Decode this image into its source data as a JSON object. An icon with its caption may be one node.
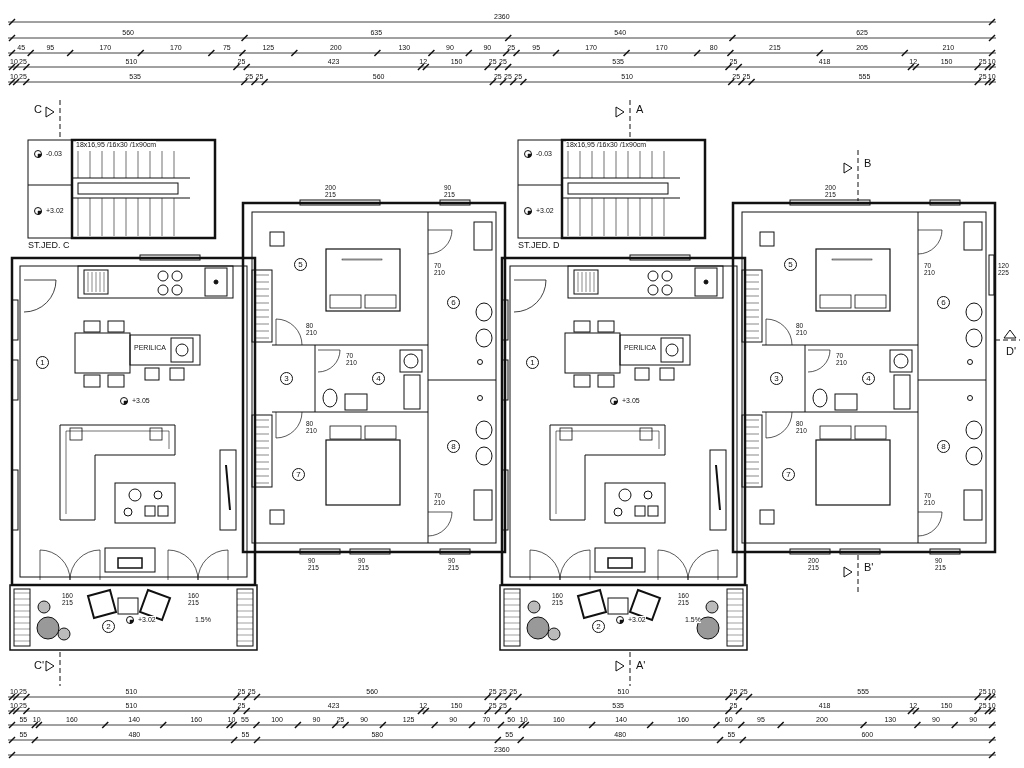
{
  "diagram": {
    "labels": [
      "2360",
      "560",
      "635",
      "540",
      "625",
      "45",
      "95",
      "170",
      "170",
      "75",
      "125",
      "200",
      "130",
      "90",
      "90",
      "25",
      "95",
      "170",
      "170",
      "80",
      "215",
      "205",
      "210",
      "10",
      "25",
      "510",
      "25",
      "423",
      "12",
      "150",
      "25",
      "25",
      "535",
      "25",
      "418",
      "12",
      "150",
      "25",
      "10",
      "10",
      "25",
      "535",
      "25",
      "25",
      "560",
      "25",
      "25",
      "25",
      "510",
      "25",
      "25",
      "555",
      "25",
      "10",
      "C",
      "18x16,95 /16x30 /1x90cm",
      "-0.03",
      "+3.02",
      "ST.JED. C",
      "200 215",
      "90 215",
      "70 210",
      "1",
      "5",
      "6",
      "PERILICA",
      "80 210",
      "70 210",
      "3",
      "4",
      "+3.05",
      "80 210",
      "8",
      "7",
      "70 210",
      "90 215",
      "90 215",
      "90 215",
      "160 215",
      "160 215",
      "2",
      "+3.02",
      "1.5%",
      "C'",
      "A",
      "18x16,95 /16x30 /1x90cm",
      "-0.03",
      "B",
      "+3.02",
      "ST.JED. D",
      "200 215",
      "70 210",
      "120 225",
      "1",
      "5",
      "6",
      "PERILICA",
      "80 210",
      "D'",
      "3",
      "70 210",
      "4",
      "+3.05",
      "80 210",
      "8",
      "7",
      "70 210",
      "200 215",
      "90 215",
      "B'",
      "160 215",
      "160 215",
      "2",
      "+3.02",
      "1.5%",
      "A'",
      "10",
      "25",
      "510",
      "25",
      "25",
      "560",
      "25",
      "25",
      "25",
      "510",
      "25",
      "25",
      "555",
      "25",
      "10",
      "10",
      "25",
      "510",
      "25",
      "423",
      "12",
      "150",
      "25",
      "25",
      "535",
      "25",
      "418",
      "12",
      "150",
      "25",
      "10",
      "55",
      "10",
      "160",
      "140",
      "160",
      "10",
      "55",
      "100",
      "90",
      "25",
      "90",
      "125",
      "90",
      "70",
      "50",
      "10",
      "160",
      "140",
      "160",
      "60",
      "95",
      "200",
      "130",
      "90",
      "90",
      "55",
      "480",
      "55",
      "580",
      "55",
      "480",
      "55",
      "600",
      "2360"
    ]
  }
}
